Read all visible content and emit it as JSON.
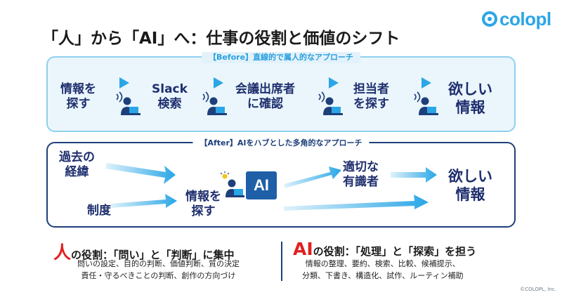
{
  "brand": {
    "logo_text": "colopl",
    "copyright": "©COLOPL, Inc."
  },
  "title": "「人」から「AI」へ：仕事の役割と価値のシフト",
  "before": {
    "header": "【Before】直線的で属人的なアプローチ",
    "steps": [
      {
        "lines": [
          "情報を",
          "探す"
        ]
      },
      {
        "lines": [
          "Slack",
          "検索"
        ]
      },
      {
        "lines": [
          "会議出席者",
          "に確認"
        ]
      },
      {
        "lines": [
          "担当者",
          "を探す"
        ]
      },
      {
        "lines": [
          "欲しい",
          "情報"
        ]
      }
    ]
  },
  "after": {
    "header": "【After】AIをハブとした多角的なアプローチ",
    "source_past": [
      "過去の",
      "経緯"
    ],
    "source_system": "制度",
    "search": [
      "情報を",
      "探す"
    ],
    "hub": "AI",
    "expert": [
      "適切な",
      "有識者"
    ],
    "result": [
      "欲しい",
      "情報"
    ]
  },
  "roles": {
    "human": {
      "subject": "人",
      "phrase": "の役割：「問い」と「判断」に集中",
      "desc": [
        "問いの設定、目的の判断、価値判断、質の決定",
        "責任・守るべきことの判断、創作の方向づけ"
      ]
    },
    "ai": {
      "subject": "AI",
      "phrase": "の役割：「処理」と「探索」を担う",
      "desc": [
        "情報の整理、要約、検索、比較、候補提示、",
        "分類、下書き、構造化、試作、ルーティン補助"
      ]
    }
  },
  "colors": {
    "accent": "#2aa6e6",
    "navy": "#1e3f7a",
    "label": "#1f2f6e",
    "red": "#e02020"
  }
}
